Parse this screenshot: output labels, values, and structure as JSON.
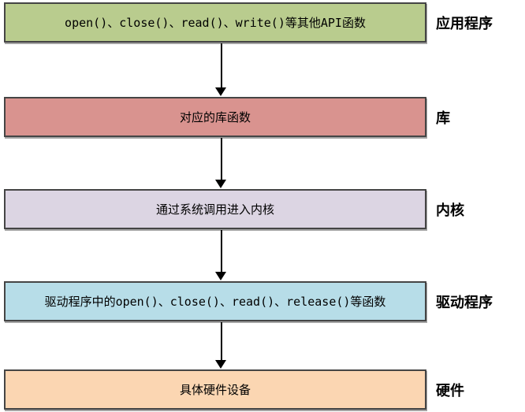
{
  "page": {
    "background": "#ffffff"
  },
  "diagram": {
    "border_color": "#454545",
    "arrow_color": "#000000",
    "text_color": "#000000",
    "layers": [
      {
        "box_text": "open()、close()、read()、write()等其他API函数",
        "label": "应用程序",
        "fill": "#b9cc8e"
      },
      {
        "box_text": "对应的库函数",
        "label": "库",
        "fill": "#d9938f"
      },
      {
        "box_text": "通过系统调用进入内核",
        "label": "内核",
        "fill": "#dcd5e3"
      },
      {
        "box_text": "驱动程序中的open()、close()、read()、release()等函数",
        "label": "驱动程序",
        "fill": "#b7dde8"
      },
      {
        "box_text": "具体硬件设备",
        "label": "硬件",
        "fill": "#fbd6b2"
      }
    ]
  }
}
